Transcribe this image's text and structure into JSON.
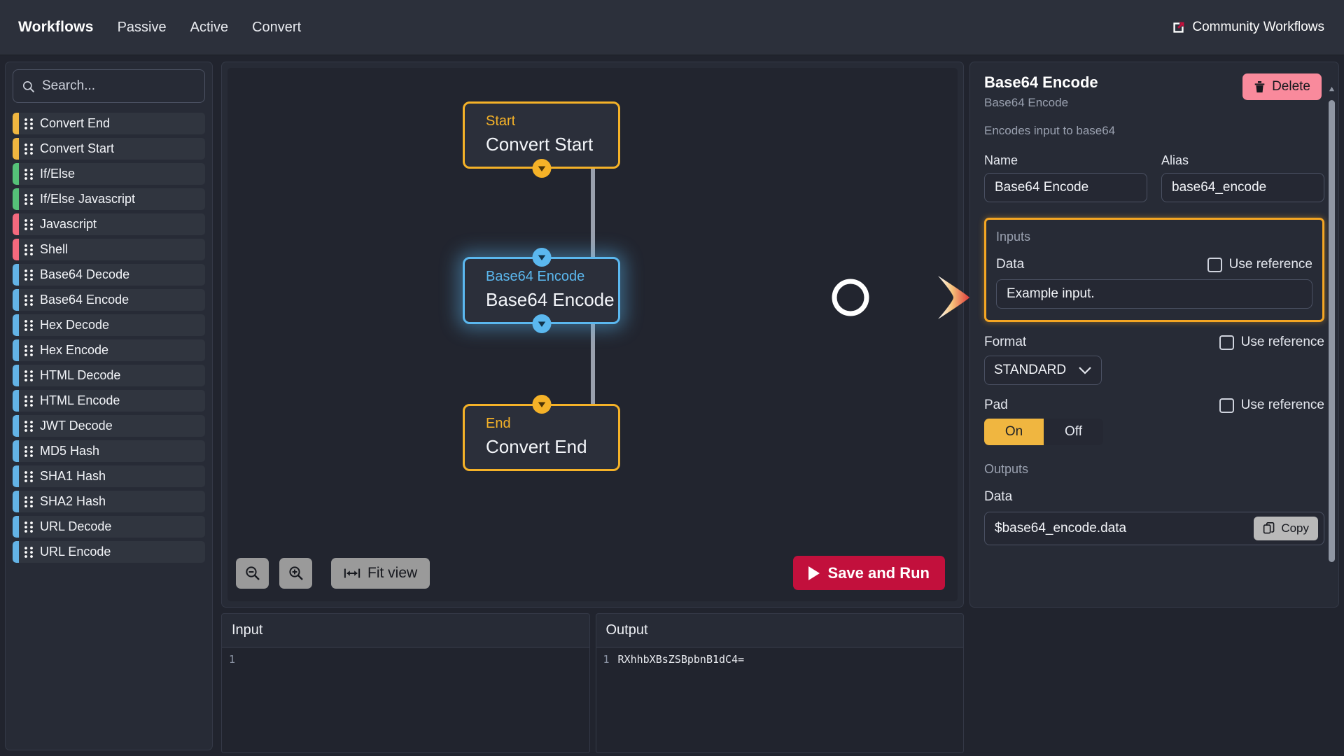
{
  "nav": {
    "brand": "Workflows",
    "links": [
      "Passive",
      "Active",
      "Convert"
    ],
    "community_label": "Community Workflows",
    "community_icon": "external-link-icon"
  },
  "sidebar": {
    "search_placeholder": "Search...",
    "search_value": "",
    "search_icon": "search-icon",
    "items": [
      {
        "label": "Convert End",
        "color": "#f0b640"
      },
      {
        "label": "Convert Start",
        "color": "#f0b640"
      },
      {
        "label": "If/Else",
        "color": "#55c178"
      },
      {
        "label": "If/Else Javascript",
        "color": "#55c178"
      },
      {
        "label": "Javascript",
        "color": "#f4697e"
      },
      {
        "label": "Shell",
        "color": "#f4697e"
      },
      {
        "label": "Base64 Decode",
        "color": "#63b3e6"
      },
      {
        "label": "Base64 Encode",
        "color": "#63b3e6"
      },
      {
        "label": "Hex Decode",
        "color": "#63b3e6"
      },
      {
        "label": "Hex Encode",
        "color": "#63b3e6"
      },
      {
        "label": "HTML Decode",
        "color": "#63b3e6"
      },
      {
        "label": "HTML Encode",
        "color": "#63b3e6"
      },
      {
        "label": "JWT Decode",
        "color": "#63b3e6"
      },
      {
        "label": "MD5 Hash",
        "color": "#63b3e6"
      },
      {
        "label": "SHA1 Hash",
        "color": "#63b3e6"
      },
      {
        "label": "SHA2 Hash",
        "color": "#63b3e6"
      },
      {
        "label": "URL Decode",
        "color": "#63b3e6"
      },
      {
        "label": "URL Encode",
        "color": "#63b3e6"
      }
    ]
  },
  "canvas": {
    "nodes": [
      {
        "kind": "Start",
        "title": "Convert Start",
        "accent": "#f5b228",
        "selected": false
      },
      {
        "kind": "Base64 Encode",
        "title": "Base64 Encode",
        "accent": "#5bb8ef",
        "selected": true
      },
      {
        "kind": "End",
        "title": "Convert End",
        "accent": "#f5b228",
        "selected": false
      }
    ],
    "controls": {
      "zoom_out_icon": "zoom-out-icon",
      "zoom_in_icon": "zoom-in-icon",
      "fit_view_label": "Fit view",
      "fit_view_icon": "fit-view-icon"
    },
    "save_run_label": "Save and Run",
    "save_run_icon": "play-icon",
    "save_run_color": "#c2103c"
  },
  "io": {
    "input": {
      "header": "Input",
      "lines": [
        {
          "no": "1",
          "text": ""
        }
      ]
    },
    "output": {
      "header": "Output",
      "lines": [
        {
          "no": "1",
          "text": "RXhhbXBsZSBpbnB1dC4="
        }
      ]
    }
  },
  "inspector": {
    "title": "Base64 Encode",
    "subtitle": "Base64 Encode",
    "description": "Encodes input to base64",
    "delete_label": "Delete",
    "delete_icon": "trash-icon",
    "delete_color": "#f98a9c",
    "name": {
      "label": "Name",
      "value": "Base64 Encode"
    },
    "alias": {
      "label": "Alias",
      "value": "base64_encode"
    },
    "inputs": {
      "section_label": "Inputs",
      "highlight_color": "#f5a623",
      "data": {
        "label": "Data",
        "value": "Example input.",
        "use_reference_label": "Use reference",
        "use_reference_checked": false
      }
    },
    "format": {
      "label": "Format",
      "value": "STANDARD",
      "chevron_icon": "chevron-down-icon",
      "use_reference_label": "Use reference",
      "use_reference_checked": false
    },
    "pad": {
      "label": "Pad",
      "on_label": "On",
      "off_label": "Off",
      "selected": "On",
      "active_color": "#f0b640",
      "use_reference_label": "Use reference",
      "use_reference_checked": false
    },
    "outputs": {
      "section_label": "Outputs",
      "data_label": "Data",
      "data_value": "$base64_encode.data",
      "copy_label": "Copy",
      "copy_icon": "copy-icon"
    }
  },
  "annotation": {
    "type": "circle-arrow-pointer",
    "target": "inputs-section"
  }
}
